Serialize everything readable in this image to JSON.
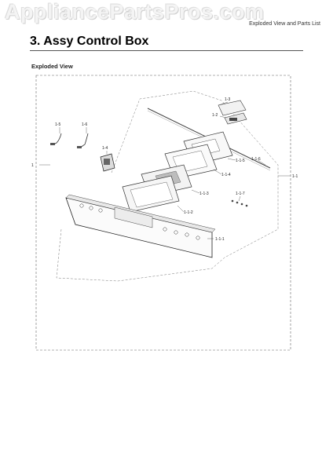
{
  "watermark": "AppliancePartsPros.com",
  "header": {
    "right_text": "Exploded View and Parts List"
  },
  "section": {
    "title": "3.  Assy Control Box"
  },
  "subsection": {
    "title": "Exploded View"
  },
  "diagram": {
    "callouts": {
      "c1": "1",
      "c11": "1-1",
      "c111": "1-1-1",
      "c112": "1-1-2",
      "c113": "1-1-3",
      "c114": "1-1-4",
      "c115": "1-1-5",
      "c116": "1-1-6",
      "c117": "1-1-7",
      "c12": "1-2",
      "c13": "1-3",
      "c14": "1-4",
      "c15": "1-5",
      "c16": "1-6"
    }
  }
}
